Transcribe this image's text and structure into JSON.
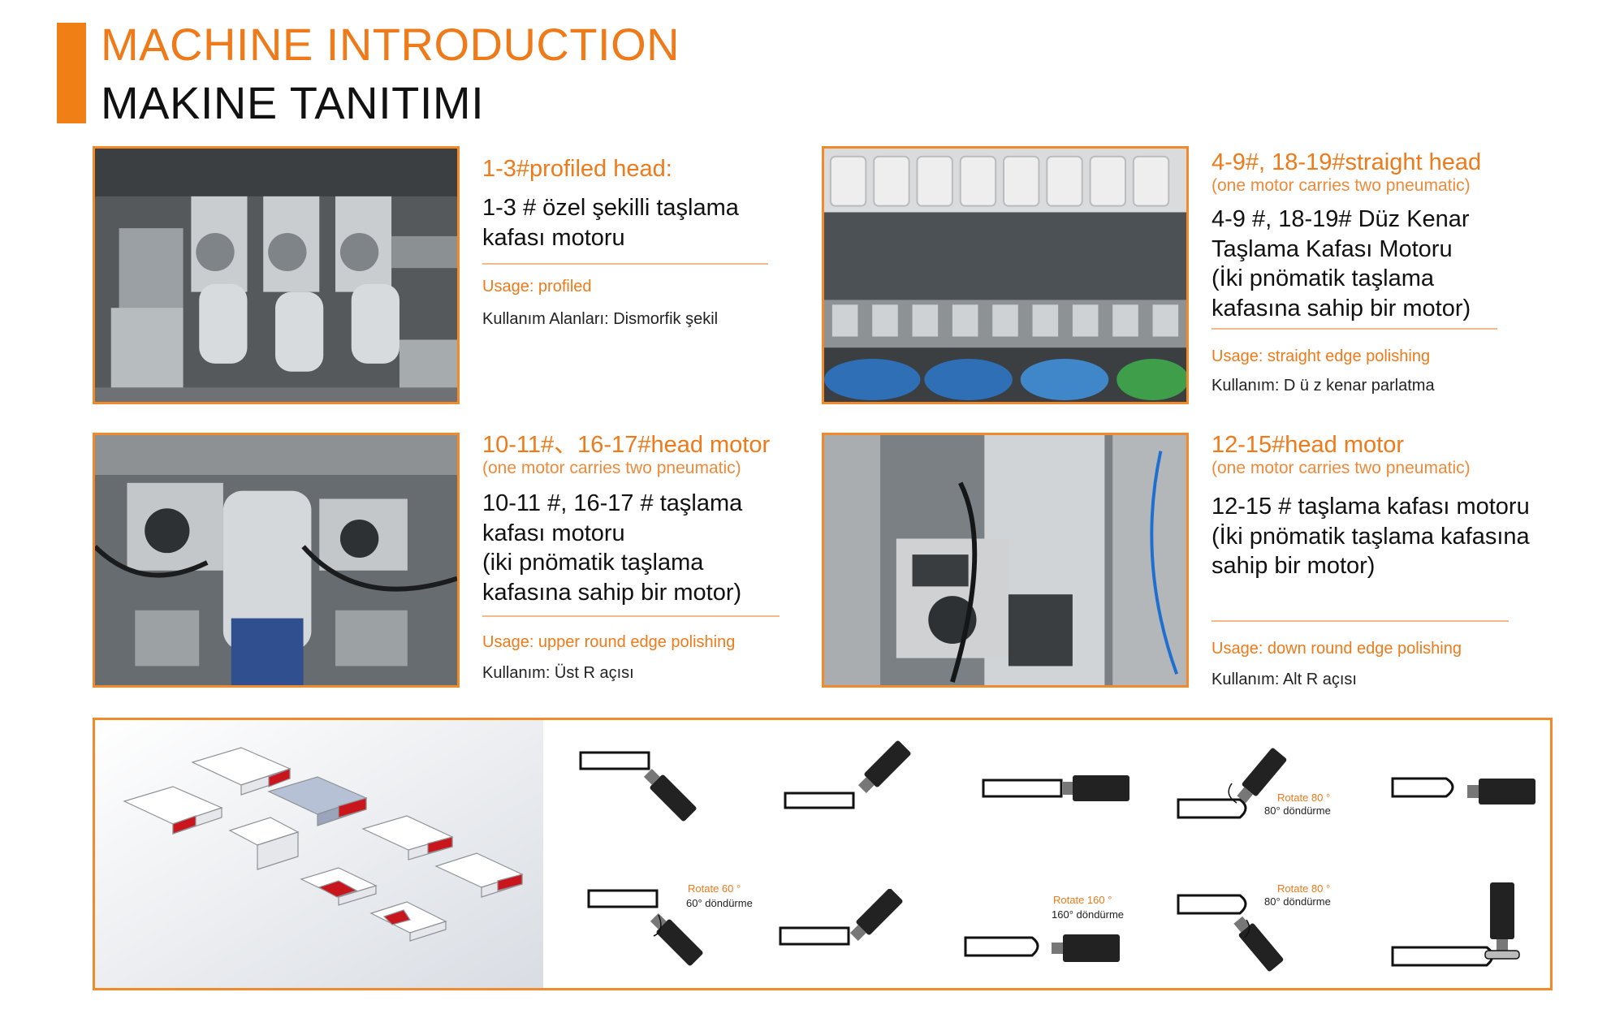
{
  "header": {
    "title_en": "MACHINE INTRODUCTION",
    "title_tr": "MAKINE TANITIMI"
  },
  "colors": {
    "accent": "#ee7a1a",
    "border": "#f08a2a",
    "text": "#111111"
  },
  "sections": [
    {
      "heading": "1-3#profiled head:",
      "sub": "",
      "desc_lines": [
        "1-3 # özel şekilli taşlama",
        "kafası motoru"
      ],
      "usage": "Usage: profiled",
      "usage_tr": "Kullanım Alanları: Dismorfik şekil"
    },
    {
      "heading": "4-9#, 18-19#straight head",
      "sub": "(one motor carries two pneumatic)",
      "desc_lines": [
        "4-9 #, 18-19# Düz Kenar",
        "Taşlama Kafası Motoru",
        "(İki pnömatik taşlama",
        "kafasına sahip bir motor)"
      ],
      "usage": "Usage: straight edge polishing",
      "usage_tr": "Kullanım: D ü z kenar parlatma"
    },
    {
      "heading": "10-11#、16-17#head motor",
      "sub": "(one motor carries two pneumatic)",
      "desc_lines": [
        "10-11 #, 16-17 # taşlama",
        "kafası motoru",
        "(iki pnömatik taşlama",
        "kafasına sahip bir motor)"
      ],
      "usage": "Usage: upper round edge polishing",
      "usage_tr": "Kullanım: Üst R açısı"
    },
    {
      "heading": "12-15#head motor",
      "sub": "(one motor carries two pneumatic)",
      "desc_lines": [
        "12-15 # taşlama kafası motoru",
        "(İki pnömatik taşlama kafasına",
        "sahip bir motor)"
      ],
      "usage": "Usage: down round edge polishing",
      "usage_tr": "Kullanım: Alt R açısı"
    }
  ],
  "diagram_labels": {
    "rotate80": "Rotate 80 °",
    "rotate80_tr": "80° döndürme",
    "rotate60": "Rotate 60 °",
    "rotate60_tr": "60° döndürme",
    "rotate160": "Rotate 160 °",
    "rotate160_tr": "160° döndürme"
  }
}
